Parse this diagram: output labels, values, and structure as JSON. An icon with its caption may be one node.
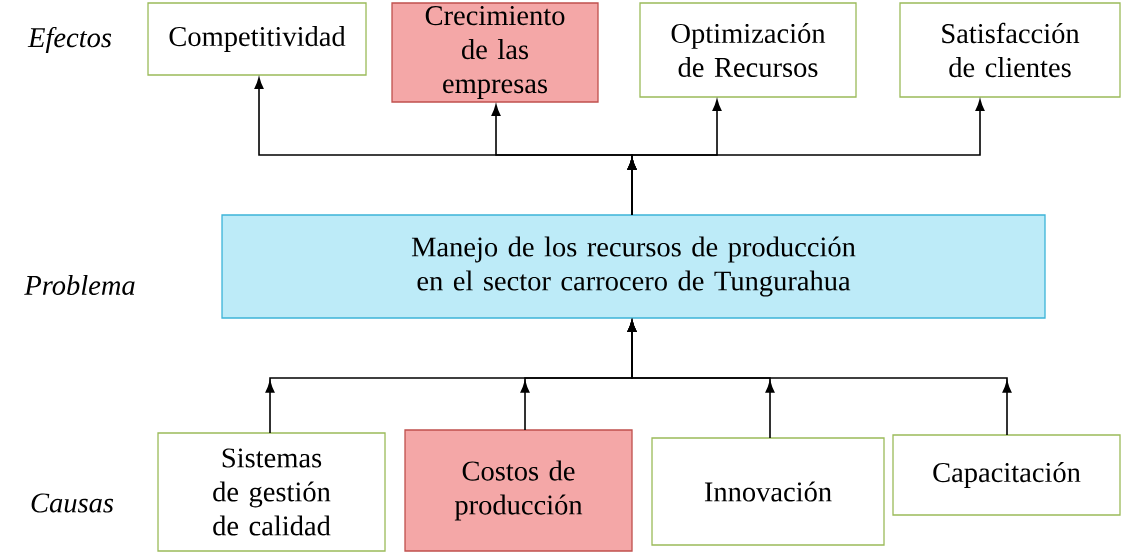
{
  "diagram": {
    "nodes": [
      {
        "text": [
          "Competitividad"
        ]
      },
      {
        "text": [
          "Crecimiento de las empresas"
        ]
      },
      {
        "text": [
          "Optimización de Recursos"
        ]
      },
      {
        "text": [
          "Satisfacción de clientes"
        ]
      },
      {
        "text": [
          "Manejo de los recursos de producción en el sector carrocero de Tungurahua"
        ]
      },
      {
        "text": [
          "Sistemas de gestión de calidad"
        ]
      },
      {
        "text": [
          "Costos de producción"
        ]
      },
      {
        "text": [
          "Innovación"
        ]
      },
      {
        "text": [
          "Capacitación"
        ]
      }
    ],
    "edges": [
      {
        "from": 4,
        "to": 0,
        "arrow": "to"
      },
      {
        "from": 4,
        "to": 1,
        "arrow": "to"
      },
      {
        "from": 4,
        "to": 2,
        "arrow": "to"
      },
      {
        "from": 4,
        "to": 3,
        "arrow": "to"
      },
      {
        "from": 5,
        "to": 4,
        "arrow": "to"
      },
      {
        "from": 6,
        "to": 4,
        "arrow": "to"
      },
      {
        "from": 7,
        "to": 4,
        "arrow": "to"
      },
      {
        "from": 8,
        "to": 4,
        "arrow": "to"
      }
    ],
    "labels": [
      "Efectos",
      "Problema",
      "Causas"
    ]
  }
}
